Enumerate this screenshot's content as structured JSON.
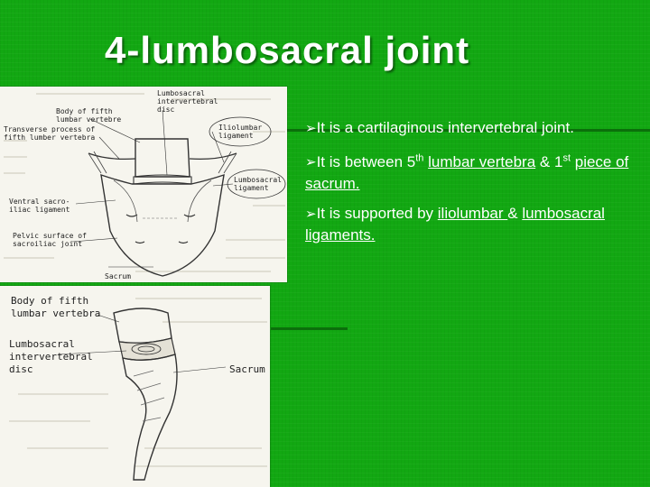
{
  "slide": {
    "title": "4-lumbosacral joint",
    "background_color": "#12a812",
    "text_color": "#ffffff"
  },
  "bullet_icon": "arrow-right-icon",
  "bullets": [
    {
      "parts": [
        {
          "text": "It is a  cartilaginous  intervertebral joint.",
          "underline": false
        }
      ]
    },
    {
      "parts": [
        {
          "text": "It is between 5",
          "underline": false
        },
        {
          "text": "th",
          "underline": false,
          "sup": true
        },
        {
          "text": " ",
          "underline": false
        },
        {
          "text": "lumbar vertebra",
          "underline": true
        },
        {
          "text": " & 1",
          "underline": false
        },
        {
          "text": "st",
          "underline": false,
          "sup": true
        },
        {
          "text": " ",
          "underline": false
        },
        {
          "text": "piece of sacrum.",
          "underline": true
        }
      ]
    },
    {
      "parts": [
        {
          "text": "It is supported by ",
          "underline": false
        },
        {
          "text": "iliolumbar  ",
          "underline": true
        },
        {
          "text": "& ",
          "underline": false
        },
        {
          "text": "lumbosacral ligaments.",
          "underline": true
        }
      ]
    }
  ],
  "figure_top": {
    "labels": {
      "body": [
        "Body of fifth",
        "lumbar vertebre"
      ],
      "transverse": [
        "Transverse process of",
        "fifth lumber vertebra"
      ],
      "disc": [
        "Lumbosacral",
        "intervertebral",
        "disc"
      ],
      "iliolumbar": [
        "Iliolumbar",
        "ligament"
      ],
      "lumbosacral": [
        "Lumbosacral",
        "ligament"
      ],
      "ventral": [
        "Ventral sacro-",
        "iliac ligament"
      ],
      "pelvic": [
        "Pelvic surface of",
        "sacroiliac joint"
      ],
      "sacrum": [
        "Sacrum"
      ]
    }
  },
  "figure_bottom": {
    "labels": {
      "body": [
        "Body of fifth",
        "lumbar vertebra"
      ],
      "disc": [
        "Lumbosacral",
        "intervertebral",
        "disc"
      ],
      "sacrum": [
        "Sacrum"
      ]
    }
  }
}
